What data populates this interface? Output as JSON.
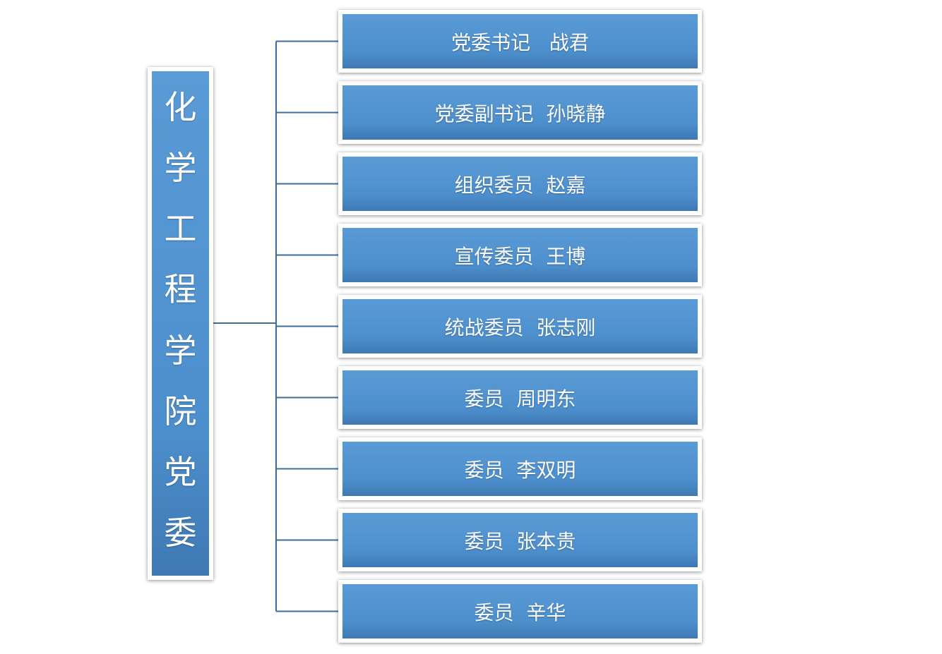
{
  "diagram": {
    "root": {
      "label": "化学工程学院党委"
    },
    "members": [
      {
        "label": "党委书记   战君"
      },
      {
        "label": "党委副书记  孙晓静"
      },
      {
        "label": "组织委员  赵嘉"
      },
      {
        "label": "宣传委员  王博"
      },
      {
        "label": "统战委员  张志刚"
      },
      {
        "label": "委员  周明东"
      },
      {
        "label": "委员  李双明"
      },
      {
        "label": "委员  张本贵"
      },
      {
        "label": "委员  辛华"
      }
    ],
    "colors": {
      "box_fill": "#4f8fcf",
      "box_border": "#ffffff",
      "connector": "#3d6e9e",
      "text": "#ffffff"
    }
  }
}
